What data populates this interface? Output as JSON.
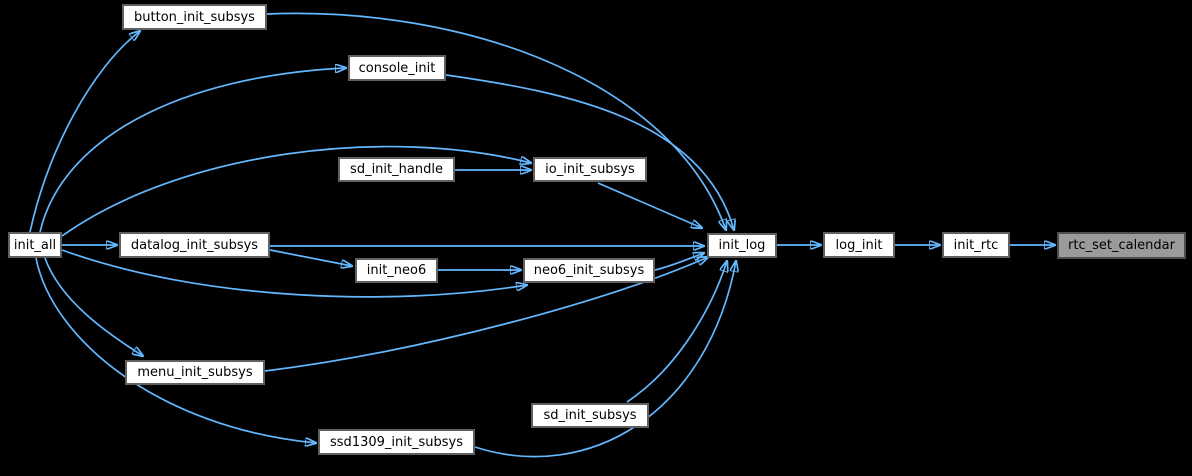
{
  "graph": {
    "kind": "caller-graph",
    "background_color": "#000000",
    "edge_color": "#63B8FF",
    "node_fill": "#FFFFFF",
    "node_border_color": "#606060",
    "node_text_color": "#000000",
    "highlight_fill": "#9B9B9B",
    "highlight_border_color": "#4E4E4E"
  },
  "nodes": [
    {
      "id": "init_all",
      "label": "init_all",
      "highlighted": false
    },
    {
      "id": "button_init_subsys",
      "label": "button_init_subsys",
      "highlighted": false
    },
    {
      "id": "console_init",
      "label": "console_init",
      "highlighted": false
    },
    {
      "id": "sd_init_handle",
      "label": "sd_init_handle",
      "highlighted": false
    },
    {
      "id": "io_init_subsys",
      "label": "io_init_subsys",
      "highlighted": false
    },
    {
      "id": "datalog_init_subsys",
      "label": "datalog_init_subsys",
      "highlighted": false
    },
    {
      "id": "init_neo6",
      "label": "init_neo6",
      "highlighted": false
    },
    {
      "id": "neo6_init_subsys",
      "label": "neo6_init_subsys",
      "highlighted": false
    },
    {
      "id": "menu_init_subsys",
      "label": "menu_init_subsys",
      "highlighted": false
    },
    {
      "id": "sd_init_subsys",
      "label": "sd_init_subsys",
      "highlighted": false
    },
    {
      "id": "ssd1309_init_subsys",
      "label": "ssd1309_init_subsys",
      "highlighted": false
    },
    {
      "id": "init_log",
      "label": "init_log",
      "highlighted": false
    },
    {
      "id": "log_init",
      "label": "log_init",
      "highlighted": false
    },
    {
      "id": "init_rtc",
      "label": "init_rtc",
      "highlighted": false
    },
    {
      "id": "rtc_set_calendar",
      "label": "rtc_set_calendar",
      "highlighted": true
    }
  ],
  "edges": [
    {
      "from": "init_all",
      "to": "button_init_subsys"
    },
    {
      "from": "init_all",
      "to": "console_init"
    },
    {
      "from": "init_all",
      "to": "io_init_subsys"
    },
    {
      "from": "init_all",
      "to": "datalog_init_subsys"
    },
    {
      "from": "init_all",
      "to": "neo6_init_subsys"
    },
    {
      "from": "init_all",
      "to": "menu_init_subsys"
    },
    {
      "from": "init_all",
      "to": "ssd1309_init_subsys"
    },
    {
      "from": "sd_init_handle",
      "to": "io_init_subsys"
    },
    {
      "from": "datalog_init_subsys",
      "to": "init_neo6"
    },
    {
      "from": "datalog_init_subsys",
      "to": "init_log"
    },
    {
      "from": "init_neo6",
      "to": "neo6_init_subsys"
    },
    {
      "from": "button_init_subsys",
      "to": "init_log"
    },
    {
      "from": "console_init",
      "to": "init_log"
    },
    {
      "from": "io_init_subsys",
      "to": "init_log"
    },
    {
      "from": "neo6_init_subsys",
      "to": "init_log"
    },
    {
      "from": "menu_init_subsys",
      "to": "init_log"
    },
    {
      "from": "sd_init_subsys",
      "to": "init_log"
    },
    {
      "from": "ssd1309_init_subsys",
      "to": "init_log"
    },
    {
      "from": "init_log",
      "to": "log_init"
    },
    {
      "from": "log_init",
      "to": "init_rtc"
    },
    {
      "from": "init_rtc",
      "to": "rtc_set_calendar"
    }
  ]
}
